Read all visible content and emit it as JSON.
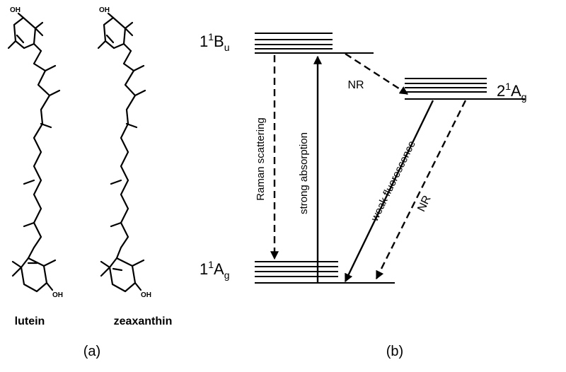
{
  "panel_a": {
    "label": "(a)",
    "molecules": [
      {
        "name": "lutein",
        "oh_top": "OH",
        "oh_bottom": "OH"
      },
      {
        "name": "zeaxanthin",
        "oh_top": "OH",
        "oh_bottom": "OH"
      }
    ]
  },
  "panel_b": {
    "label": "(b)",
    "states": {
      "s2": {
        "main": "1",
        "sup": "1",
        "letter": "B",
        "sub": "u"
      },
      "s1": {
        "main": "2",
        "sup": "1",
        "letter": "A",
        "sub": "g"
      },
      "s0": {
        "main": "1",
        "sup": "1",
        "letter": "A",
        "sub": "g"
      }
    },
    "transitions": {
      "raman": "Raman scattering",
      "absorption": "strong absorption",
      "nr_top": "NR",
      "fluorescence": "weak fluorescence",
      "nr_down": "NR"
    }
  },
  "colors": {
    "ink": "#000000",
    "background": "#ffffff"
  }
}
